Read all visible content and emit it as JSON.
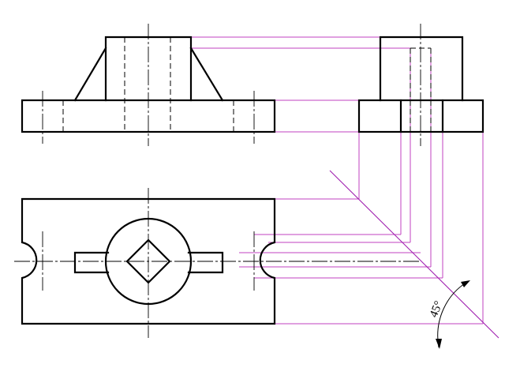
{
  "diagram": {
    "views": [
      "front-view",
      "side-view",
      "top-view"
    ],
    "miter_line": {
      "angle_label": "45°",
      "angle_degrees": 45
    },
    "colors": {
      "object_lines": "#000000",
      "projection_lines": "#c040c0",
      "miter_line": "#a020b0",
      "background": "#ffffff"
    }
  }
}
